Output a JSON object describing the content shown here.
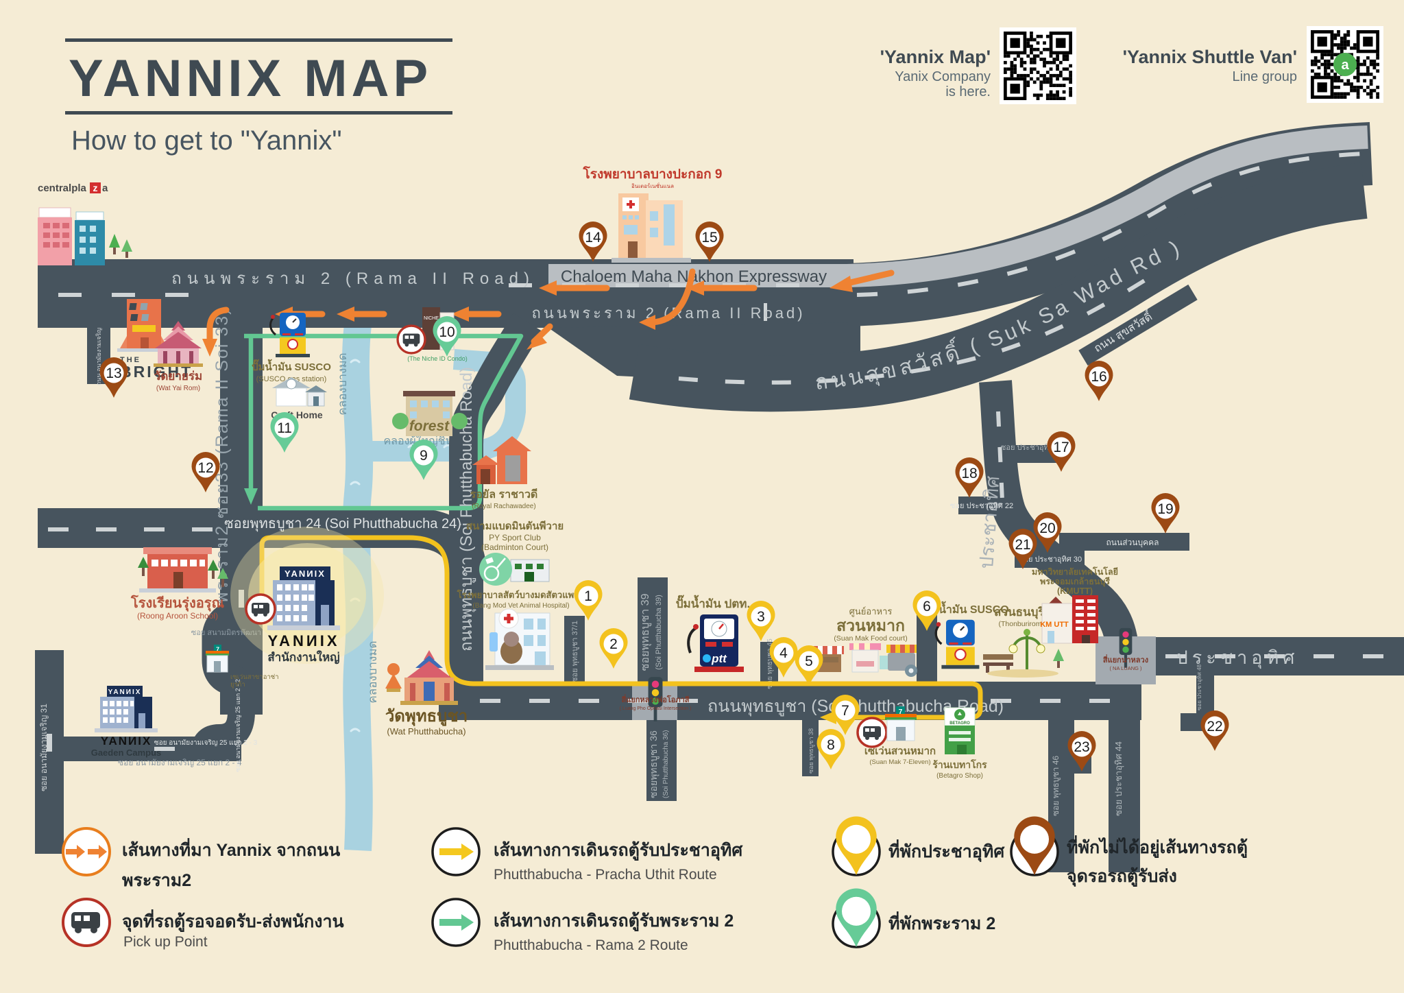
{
  "t": {
    "heading": "YANNIX MAP",
    "subheading": "How to get to \"Yannix\""
  },
  "qr": {
    "left": {
      "title": "'Yannix Map'",
      "line1": "Yanix Company",
      "line2": "is here."
    },
    "right": {
      "title": "'Yannix Shuttle Van'",
      "line1": "Line group"
    }
  },
  "rd": {
    "rama2_left": "ถนนพระราม 2 (Rama II Road)",
    "rama2_right": "ถนนพระราม 2 (Rama II Road)",
    "expressway": "Chaloem Maha Nakhon Expressway",
    "suksawad": "ถนนสุขสวัสดิ์ ( Suk Sa Wad Rd )",
    "suksawad_branch": "ถนน สุขสวัสดิ์",
    "rama2_soi33": "พระราม2 ซอย33 (Rama II Soi 33)",
    "soi24": "ซอยพุทธบูชา 24 (Soi Phutthabucha 24)",
    "phutthabucha_v": "ถนนพุทธบูชา (Soi Phutthabucha Road)",
    "phutthabucha_h": "ถนนพุทธบูชา (Soi Phutthabucha  Road)",
    "soi39a": "ซอยพุทธบูชา 39",
    "soi39b": "(Soi Phutthabucha 39)",
    "soi37": "ซอย พุทธบูชา 37/1",
    "soi45": "ซอย พุทธบูชา 45",
    "soi36a": "ซอยพุทธบูชา 36",
    "soi36b": "(Soi Phutthabucha 36)",
    "soi38": "ซอย พุทธบูชา 38",
    "soi46": "ซอย พุทธบูชา 46",
    "pu_v": "ประชาอุทิศ",
    "pu_h": "ประชาอุทิศ",
    "pu21": "ซอย ประชาอุทิศ 21",
    "pu22": "ซอย ประชาอุทิศ 22",
    "pu30": "ซอย ประชาอุทิศ 30",
    "pu44": "ซอย ประชาอุทิศ 44",
    "pu48": "ซอย ประชาอุทิศ 48",
    "private_rd": "ถนนส่วนบุคคล",
    "anamai31": "ซอย อนามัยงามเจริญ 31",
    "anamai_rd": "ถนน อนามัยงามเจริญ",
    "anamai24": "ซอย อนามัยงามเจริญ 25 แยก 2 - 4",
    "anamai23": "ซอย อนามัยงามเจริญ 25 แยก 2 - 3",
    "anamai22": "ซอย อนามัยงามเจริญ 25 แยก 2 - 2",
    "sanam_mit": "ซอย สนามมิตรพัฒนา"
  },
  "cn": {
    "bangmod_top": "คลองบางมด",
    "bangmod_bottom": "คลองบางมด",
    "phuyai_chin": "คลองผู้ใหญ่ชิน"
  },
  "ix": {
    "luang_pho_th": "สี่แยกหลวงพ่อโอภาสี",
    "luang_pho_en": "( Luang Pho Ophasi Intersection )",
    "na_luang_th": "สี่แยกนาหลวง",
    "na_luang_en": "( NA LUANG )"
  },
  "pl": {
    "central1": "centralpla",
    "central2": "z",
    "central3": "a",
    "bright_l1": "THE",
    "bright_l2": "BRIGHT",
    "watyairom_th": "วัดยายร่ม",
    "watyairom_en": "(Wat Yai Rom)",
    "susco_left_th": "ปั๊มน้ำมัน SUSCO",
    "susco_left_en": "(SUSCO gas station)",
    "craft_home": "Craft Home",
    "niche": "(The Niche ID Condo)",
    "forest": "forest",
    "bpk9_th": "โรงพยาบาลบางปะกอก 9",
    "bpk9_sub": "อินเตอร์เนชั่นแนล",
    "royal_th": "รอยัล ราชาวดี",
    "royal_en": "(Royal Rachawadee)",
    "py_th": "สนามแบดมินตันพีวาย",
    "py_en1": "PY Sport Club",
    "py_en2": "(Badminton Court)",
    "vet_th": "โรงพยาบาลสัตว์บางมดสัตวแพทย์",
    "vet_en": "(Bang Mod Vet Animal Hospital)",
    "hq_sign": "YANИIX",
    "hq_name": "YANИIX",
    "hq_sub": "สำนักงานใหญ่",
    "roong_th": "โรงเรียนรุ่งอรุณ",
    "roong_en": "(Roong Aroon School)",
    "watpb_th": "วัดพุทธบูชา",
    "watpb_en": "(Wat Phutthabucha)",
    "gaeden_sign": "YANИIX",
    "gaeden_name": "YANИIX",
    "gaeden_sub": "Gaeden Campus",
    "seven2_l1": "เซเว่นสาขาอาช่า",
    "seven2_l2": "ยูรก้า",
    "ptt": "ปั๊มน้ำมัน ปตท.",
    "ptt_logo": "ptt",
    "suanmak_th1": "ศูนย์อาหาร",
    "suanmak_th2": "สวนหมาก",
    "suanmak_en": "(Suan Mak Food court)",
    "susco_right": "ปั๊มน้ำมัน SUSCO",
    "park_th": "สวนธนบุรีรมย์",
    "park_en": "(Thonburirom Park)",
    "kmutt_th1": "มหาวิทยาลัยเทคโนโลยี",
    "kmutt_th2": "พระจอมเกล้าธนบุรี",
    "kmutt_en": "(KMUTT)",
    "seven_sm_th": "เซเว่นสวนหมาก",
    "seven_sm_en": "(Suan Mak 7-Eleven)",
    "betagro_th": "ร้านเบทาโกร",
    "betagro_en": "(Betagro Shop)",
    "betagro_sign": "BETAGRO"
  },
  "lg": {
    "orange_th1": "เส้นทางที่มา Yannix จากถนน",
    "orange_th2": "พระราม2",
    "pickup_th": "จุดที่รถตู้รอจอดรับ-ส่งพนักงาน",
    "pickup_en": "Pick up Point",
    "yellow_th": "เส้นทางการเดินรถตู้รับประชาอุทิศ",
    "yellow_en": "Phutthabucha - Pracha Uthit Route",
    "green_th": "เส้นทางการเดินรถตู้รับพระราม 2",
    "green_en": "Phutthabucha - Rama 2 Route",
    "pin_yellow": "ที่พักประชาอุทิศ",
    "pin_green": "ที่พักพระราม 2",
    "pin_brown_l1": "ที่พักไม่ได้อยู่เส้นทางรถตู้",
    "pin_brown_l2": "จุดรอรถตู้รับส่ง"
  },
  "mk": {
    "pins": [
      {
        "n": "1"
      },
      {
        "n": "2"
      },
      {
        "n": "3"
      },
      {
        "n": "4"
      },
      {
        "n": "5"
      },
      {
        "n": "6"
      },
      {
        "n": "7"
      },
      {
        "n": "8"
      },
      {
        "n": "9"
      },
      {
        "n": "10"
      },
      {
        "n": "11"
      },
      {
        "n": "12"
      },
      {
        "n": "13"
      },
      {
        "n": "14"
      },
      {
        "n": "15"
      },
      {
        "n": "16"
      },
      {
        "n": "17"
      },
      {
        "n": "18"
      },
      {
        "n": "19"
      },
      {
        "n": "20"
      },
      {
        "n": "21"
      },
      {
        "n": "22"
      },
      {
        "n": "23"
      }
    ]
  },
  "colors": {
    "background": "#f5ecd5",
    "road": "#47545e",
    "expressway": "#b9bec2",
    "canal": "#a9d2e0",
    "route_orange": "#ef8232",
    "route_yellow": "#f3c21e",
    "route_green": "#62c792",
    "pin_brown": "#9c4a14",
    "pickup_red": "#b63226"
  }
}
